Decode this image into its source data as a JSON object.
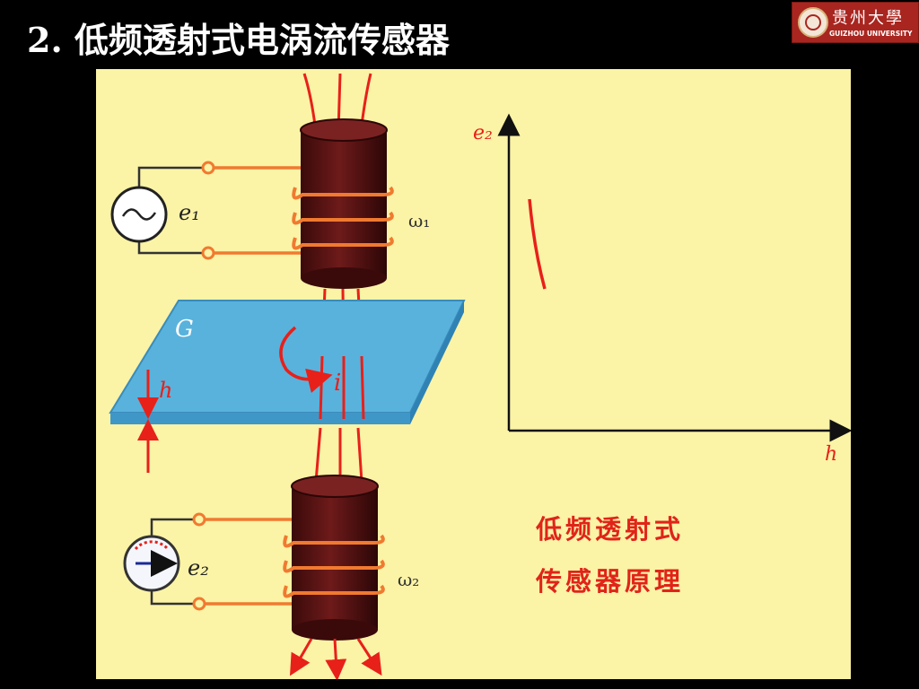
{
  "slide": {
    "title": "2.  低频透射式电涡流传感器"
  },
  "logo": {
    "cn": "贵州大學",
    "en": "GUIZHOU UNIVERSITY"
  },
  "diagram": {
    "labels": {
      "e1": "e₁",
      "omega1": "ω₁",
      "plate": "G",
      "thickness": "h",
      "current": "i",
      "e2_meter": "e₂",
      "omega2": "ω₂",
      "y_axis": "e₂",
      "x_axis": "h"
    },
    "caption_line1": "低频透射式",
    "caption_line2": "传感器原理"
  },
  "colors": {
    "background": "#000000",
    "panel": "#fbf3a6",
    "coil_body": "#5c1414",
    "winding": "#f07a30",
    "plate": "#59b2dc",
    "field_lines": "#e8201a",
    "caption": "#e0241a"
  }
}
